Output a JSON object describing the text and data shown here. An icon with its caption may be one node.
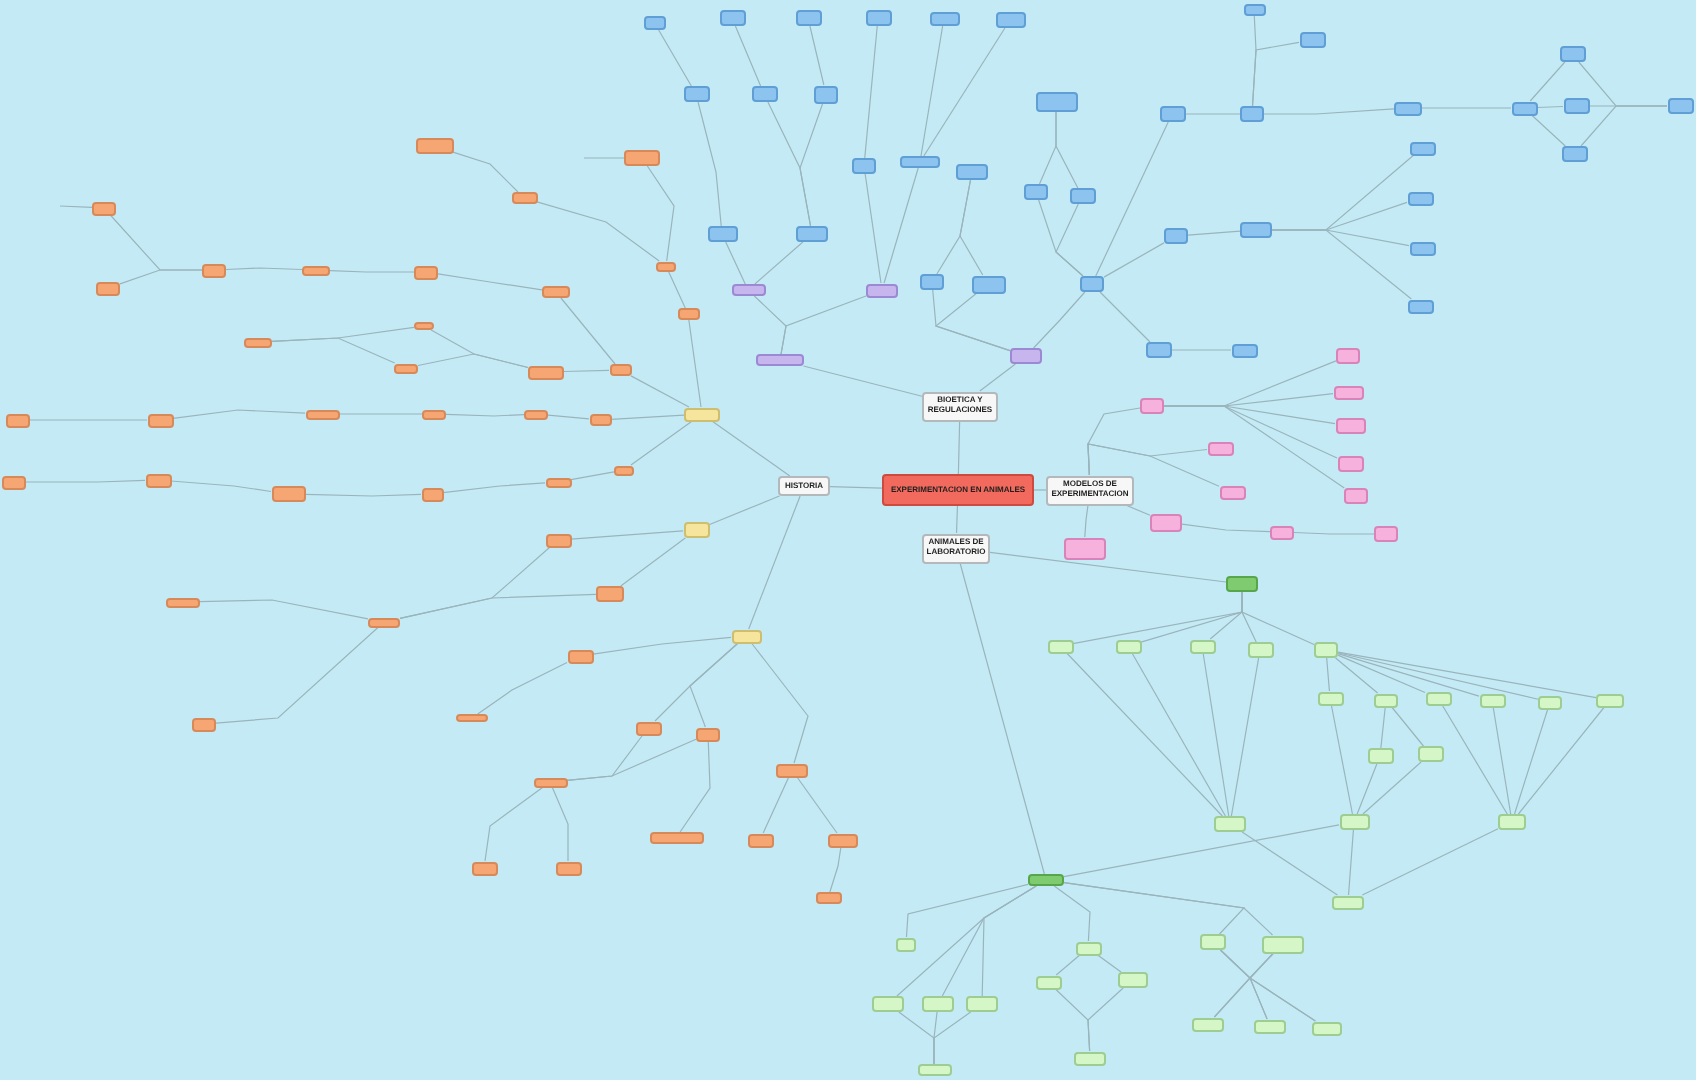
{
  "diagram": {
    "nodes": [
      {
        "text": [
          "EXPERIMENTACION EN ANIMALES"
        ]
      },
      {
        "text": [
          "HISTORIA"
        ]
      },
      {
        "text": [
          "BIOETICA Y REGULACIONES"
        ]
      },
      {
        "text": [
          "MODELOS DE EXPERIMENTACION"
        ]
      },
      {
        "text": [
          "ANIMALES DE LABORATORIO"
        ]
      },
      {
        "text": [],
        "shape": "box"
      },
      {
        "text": [],
        "shape": "box"
      },
      {
        "text": [],
        "shape": "box"
      },
      {
        "text": [],
        "shape": "box"
      },
      {
        "text": [],
        "shape": "box"
      },
      {
        "text": [],
        "shape": "box"
      },
      {
        "text": [],
        "shape": "box"
      },
      {
        "text": [],
        "shape": "box"
      },
      {
        "text": [],
        "shape": "box"
      },
      {
        "text": [],
        "shape": "box"
      },
      {
        "text": [],
        "shape": "box"
      },
      {
        "text": [],
        "shape": "box"
      },
      {
        "text": [],
        "shape": "box"
      },
      {
        "text": [],
        "shape": "box"
      },
      {
        "text": [],
        "shape": "box"
      },
      {
        "text": [],
        "shape": "box"
      },
      {
        "text": [],
        "shape": "box"
      },
      {
        "text": [],
        "shape": "box"
      },
      {
        "text": [],
        "shape": "box"
      },
      {
        "text": [],
        "shape": "box"
      },
      {
        "text": [],
        "shape": "box"
      },
      {
        "text": [],
        "shape": "box"
      },
      {
        "text": [],
        "shape": "box"
      },
      {
        "text": [],
        "shape": "box"
      },
      {
        "text": [],
        "shape": "box"
      },
      {
        "text": [],
        "shape": "box"
      },
      {
        "text": [],
        "shape": "box"
      },
      {
        "text": [],
        "shape": "box"
      },
      {
        "text": [],
        "shape": "box"
      },
      {
        "text": [],
        "shape": "box"
      },
      {
        "text": [],
        "shape": "box"
      },
      {
        "text": [],
        "shape": "box"
      },
      {
        "text": [],
        "shape": "box"
      },
      {
        "text": [],
        "shape": "box"
      },
      {
        "text": [],
        "shape": "box"
      },
      {
        "text": [],
        "shape": "box"
      },
      {
        "text": [],
        "shape": "box"
      },
      {
        "text": [],
        "shape": "box"
      },
      {
        "text": [],
        "shape": "box"
      },
      {
        "text": [],
        "shape": "box"
      },
      {
        "text": [],
        "shape": "box"
      },
      {
        "text": [],
        "shape": "box"
      },
      {
        "text": [],
        "shape": "box"
      },
      {
        "text": [],
        "shape": "box"
      },
      {
        "text": [],
        "shape": "box"
      },
      {
        "text": [],
        "shape": "box"
      },
      {
        "text": [],
        "shape": "box"
      },
      {
        "text": [],
        "shape": "box"
      },
      {
        "text": [],
        "shape": "box"
      },
      {
        "text": [],
        "shape": "box"
      },
      {
        "text": [],
        "shape": "box"
      },
      {
        "text": [],
        "shape": "box"
      },
      {
        "text": [],
        "shape": "box"
      },
      {
        "text": [],
        "shape": "box"
      },
      {
        "text": [],
        "shape": "box"
      },
      {
        "text": [],
        "shape": "box"
      },
      {
        "text": [],
        "shape": "box"
      },
      {
        "text": [],
        "shape": "box"
      },
      {
        "text": [],
        "shape": "box"
      },
      {
        "text": [],
        "shape": "box"
      },
      {
        "text": [],
        "shape": "box"
      },
      {
        "text": [],
        "shape": "box"
      },
      {
        "text": [],
        "shape": "box"
      },
      {
        "text": [],
        "shape": "box"
      },
      {
        "text": [],
        "shape": "box"
      },
      {
        "text": [],
        "shape": "box"
      },
      {
        "text": [],
        "shape": "box"
      },
      {
        "text": [],
        "shape": "box"
      },
      {
        "text": [],
        "shape": "box"
      },
      {
        "text": [],
        "shape": "box"
      },
      {
        "text": [],
        "shape": "box"
      },
      {
        "text": [],
        "shape": "box"
      },
      {
        "text": [],
        "shape": "box"
      },
      {
        "text": [],
        "shape": "box"
      },
      {
        "text": [],
        "shape": "box"
      },
      {
        "text": [],
        "shape": "box"
      },
      {
        "text": [],
        "shape": "box"
      },
      {
        "text": [],
        "shape": "box"
      },
      {
        "text": [],
        "shape": "box"
      },
      {
        "text": [],
        "shape": "box"
      },
      {
        "text": [],
        "shape": "box"
      },
      {
        "text": [],
        "shape": "box"
      },
      {
        "text": [],
        "shape": "box"
      },
      {
        "text": [],
        "shape": "box"
      },
      {
        "text": [],
        "shape": "box"
      },
      {
        "text": [],
        "shape": "box"
      },
      {
        "text": [],
        "shape": "box"
      },
      {
        "text": [],
        "shape": "box"
      },
      {
        "text": [],
        "shape": "box"
      },
      {
        "text": [],
        "shape": "box"
      },
      {
        "text": [],
        "shape": "box"
      },
      {
        "text": [],
        "shape": "box"
      },
      {
        "text": [],
        "shape": "box"
      },
      {
        "text": [],
        "shape": "box"
      },
      {
        "text": [],
        "shape": "box"
      },
      {
        "text": [],
        "shape": "box"
      },
      {
        "text": [],
        "shape": "box"
      },
      {
        "text": [],
        "shape": "box"
      },
      {
        "text": [],
        "shape": "box"
      },
      {
        "text": [],
        "shape": "box"
      },
      {
        "text": [],
        "shape": "box"
      },
      {
        "text": [],
        "shape": "box"
      },
      {
        "text": [],
        "shape": "box"
      },
      {
        "text": [],
        "shape": "box"
      },
      {
        "text": [],
        "shape": "box"
      },
      {
        "text": [],
        "shape": "box"
      },
      {
        "text": [],
        "shape": "box"
      },
      {
        "text": [],
        "shape": "box"
      },
      {
        "text": [],
        "shape": "box"
      },
      {
        "text": [],
        "shape": "box"
      },
      {
        "text": [],
        "shape": "box"
      },
      {
        "text": [],
        "shape": "box"
      },
      {
        "text": [],
        "shape": "box"
      },
      {
        "text": [],
        "shape": "box"
      },
      {
        "text": [],
        "shape": "box"
      },
      {
        "text": [],
        "shape": "box"
      },
      {
        "text": [],
        "shape": "box"
      },
      {
        "text": [],
        "shape": "box"
      },
      {
        "text": [],
        "shape": "box"
      },
      {
        "text": [],
        "shape": "box"
      },
      {
        "text": [],
        "shape": "box"
      },
      {
        "text": [],
        "shape": "box"
      },
      {
        "text": [],
        "shape": "box"
      },
      {
        "text": [],
        "shape": "box"
      },
      {
        "text": [],
        "shape": "box"
      },
      {
        "text": [],
        "shape": "box"
      },
      {
        "text": [],
        "shape": "box"
      },
      {
        "text": [],
        "shape": "box"
      },
      {
        "text": [],
        "shape": "box"
      },
      {
        "text": [],
        "shape": "box"
      },
      {
        "text": [],
        "shape": "box"
      },
      {
        "text": [],
        "shape": "box"
      },
      {
        "text": [],
        "shape": "box"
      },
      {
        "text": [],
        "shape": "box"
      },
      {
        "text": [],
        "shape": "box"
      }
    ],
    "edges": [
      {
        "from": 0,
        "to": 1,
        "arrow": "none"
      },
      {
        "from": 0,
        "to": 2,
        "arrow": "none"
      },
      {
        "from": 0,
        "to": 3,
        "arrow": "none"
      },
      {
        "from": 0,
        "to": 4,
        "arrow": "none"
      },
      {
        "from": 1,
        "to": 5,
        "arrow": "none"
      },
      {
        "from": 5,
        "to": 6,
        "arrow": "none"
      },
      {
        "from": 6,
        "to": 7,
        "arrow": "none"
      },
      {
        "from": 7,
        "to": 8,
        "arrow": "none"
      },
      {
        "from": 7,
        "to": 9,
        "arrow": "none"
      },
      {
        "from": 9,
        "to": 10,
        "arrow": "none"
      },
      {
        "from": 8,
        "to": null,
        "arrow": "none"
      },
      {
        "from": 5,
        "to": 11,
        "arrow": "none"
      },
      {
        "from": 11,
        "to": 12,
        "arrow": "none"
      },
      {
        "from": 12,
        "to": 13,
        "arrow": "none"
      },
      {
        "from": 13,
        "to": 14,
        "arrow": "none"
      },
      {
        "from": 14,
        "to": 15,
        "arrow": "none"
      },
      {
        "from": 15,
        "to": 16,
        "arrow": "none"
      },
      {
        "from": 5,
        "to": 17,
        "arrow": "none"
      },
      {
        "from": 17,
        "to": 18,
        "arrow": "none"
      },
      {
        "from": 17,
        "to": 24,
        "arrow": "none"
      },
      {
        "from": 18,
        "to": 19,
        "arrow": "none"
      },
      {
        "from": 19,
        "to": 20,
        "arrow": "none"
      },
      {
        "from": 20,
        "to": 21,
        "arrow": "none"
      },
      {
        "from": 21,
        "to": 22,
        "arrow": "none"
      },
      {
        "from": 21,
        "to": 23,
        "arrow": "none"
      },
      {
        "from": 22,
        "to": null,
        "arrow": "none"
      },
      {
        "from": 24,
        "to": 25,
        "arrow": "none"
      },
      {
        "from": 24,
        "to": 26,
        "arrow": "none"
      },
      {
        "from": 25,
        "to": 27,
        "arrow": "none"
      },
      {
        "from": 26,
        "to": 27,
        "arrow": "none"
      },
      {
        "from": 5,
        "to": 28,
        "arrow": "none"
      },
      {
        "from": 28,
        "to": 29,
        "arrow": "none"
      },
      {
        "from": 29,
        "to": 30,
        "arrow": "none"
      },
      {
        "from": 30,
        "to": 31,
        "arrow": "none"
      },
      {
        "from": 31,
        "to": 32,
        "arrow": "none"
      },
      {
        "from": 32,
        "to": 33,
        "arrow": "none"
      },
      {
        "from": 1,
        "to": 34,
        "arrow": "none"
      },
      {
        "from": 34,
        "to": 35,
        "arrow": "none"
      },
      {
        "from": 34,
        "to": 36,
        "arrow": "none"
      },
      {
        "from": 35,
        "to": 37,
        "arrow": "none"
      },
      {
        "from": 36,
        "to": 37,
        "arrow": "none"
      },
      {
        "from": 37,
        "to": 38,
        "arrow": "none"
      },
      {
        "from": 37,
        "to": 39,
        "arrow": "none"
      },
      {
        "from": 1,
        "to": 40,
        "arrow": "none"
      },
      {
        "from": 40,
        "to": 41,
        "arrow": "none"
      },
      {
        "from": 41,
        "to": 42,
        "arrow": "none"
      },
      {
        "from": 40,
        "to": 43,
        "arrow": "none"
      },
      {
        "from": 40,
        "to": 44,
        "arrow": "none"
      },
      {
        "from": 43,
        "to": 45,
        "arrow": "none"
      },
      {
        "from": 44,
        "to": 45,
        "arrow": "none"
      },
      {
        "from": 44,
        "to": 48,
        "arrow": "none"
      },
      {
        "from": 45,
        "to": 46,
        "arrow": "none"
      },
      {
        "from": 45,
        "to": 47,
        "arrow": "none"
      },
      {
        "from": 40,
        "to": 49,
        "arrow": "none"
      },
      {
        "from": 49,
        "to": 50,
        "arrow": "none"
      },
      {
        "from": 49,
        "to": 51,
        "arrow": "none"
      },
      {
        "from": 51,
        "to": 52,
        "arrow": "none"
      },
      {
        "from": 2,
        "to": 53,
        "arrow": "none"
      },
      {
        "from": 2,
        "to": 69,
        "arrow": "none"
      },
      {
        "from": 53,
        "to": 54,
        "arrow": "none"
      },
      {
        "from": 53,
        "to": 55,
        "arrow": "none"
      },
      {
        "from": 54,
        "to": 56,
        "arrow": "none"
      },
      {
        "from": 54,
        "to": 57,
        "arrow": "none"
      },
      {
        "from": 56,
        "to": 58,
        "arrow": "none"
      },
      {
        "from": 58,
        "to": 59,
        "arrow": "none"
      },
      {
        "from": 57,
        "to": 60,
        "arrow": "none"
      },
      {
        "from": 57,
        "to": 61,
        "arrow": "none"
      },
      {
        "from": 60,
        "to": 62,
        "arrow": "none"
      },
      {
        "from": 61,
        "to": 63,
        "arrow": "none"
      },
      {
        "from": 55,
        "to": 64,
        "arrow": "none"
      },
      {
        "from": 55,
        "to": 65,
        "arrow": "none"
      },
      {
        "from": 64,
        "to": 66,
        "arrow": "none"
      },
      {
        "from": 65,
        "to": 67,
        "arrow": "none"
      },
      {
        "from": 65,
        "to": 68,
        "arrow": "none"
      },
      {
        "from": 69,
        "to": 70,
        "arrow": "none"
      },
      {
        "from": 69,
        "to": 71,
        "arrow": "none"
      },
      {
        "from": 70,
        "to": 72,
        "arrow": "none"
      },
      {
        "from": 71,
        "to": 72,
        "arrow": "none"
      },
      {
        "from": 69,
        "to": 73,
        "arrow": "none"
      },
      {
        "from": 73,
        "to": 74,
        "arrow": "none"
      },
      {
        "from": 73,
        "to": 75,
        "arrow": "none"
      },
      {
        "from": 74,
        "to": 76,
        "arrow": "none"
      },
      {
        "from": 75,
        "to": 76,
        "arrow": "none"
      },
      {
        "from": 73,
        "to": 77,
        "arrow": "none"
      },
      {
        "from": 73,
        "to": 87,
        "arrow": "none"
      },
      {
        "from": 73,
        "to": 93,
        "arrow": "none"
      },
      {
        "from": 77,
        "to": 78,
        "arrow": "none"
      },
      {
        "from": 78,
        "to": 79,
        "arrow": "none"
      },
      {
        "from": 78,
        "to": 80,
        "arrow": "none"
      },
      {
        "from": 78,
        "to": 81,
        "arrow": "none"
      },
      {
        "from": 81,
        "to": 82,
        "arrow": "none"
      },
      {
        "from": 82,
        "to": 83,
        "arrow": "none"
      },
      {
        "from": 82,
        "to": 84,
        "arrow": "none"
      },
      {
        "from": 82,
        "to": 85,
        "arrow": "none"
      },
      {
        "from": 83,
        "to": 86,
        "arrow": "none"
      },
      {
        "from": 84,
        "to": 86,
        "arrow": "none"
      },
      {
        "from": 85,
        "to": 86,
        "arrow": "none"
      },
      {
        "from": 87,
        "to": 88,
        "arrow": "none"
      },
      {
        "from": 88,
        "to": 89,
        "arrow": "none"
      },
      {
        "from": 88,
        "to": 90,
        "arrow": "none"
      },
      {
        "from": 88,
        "to": 91,
        "arrow": "none"
      },
      {
        "from": 88,
        "to": 92,
        "arrow": "none"
      },
      {
        "from": 93,
        "to": 94,
        "arrow": "none"
      },
      {
        "from": 3,
        "to": 95,
        "arrow": "none"
      },
      {
        "from": 3,
        "to": 96,
        "arrow": "none"
      },
      {
        "from": 3,
        "to": 97,
        "arrow": "none"
      },
      {
        "from": 95,
        "to": 98,
        "arrow": "none"
      },
      {
        "from": 95,
        "to": 99,
        "arrow": "none"
      },
      {
        "from": 95,
        "to": 100,
        "arrow": "none"
      },
      {
        "from": 95,
        "to": 101,
        "arrow": "none"
      },
      {
        "from": 95,
        "to": 102,
        "arrow": "none"
      },
      {
        "from": 3,
        "to": 103,
        "arrow": "none"
      },
      {
        "from": 103,
        "to": 104,
        "arrow": "none"
      },
      {
        "from": 104,
        "to": 105,
        "arrow": "none"
      },
      {
        "from": 3,
        "to": 106,
        "arrow": "none"
      },
      {
        "from": 4,
        "to": 107,
        "arrow": "none"
      },
      {
        "from": 4,
        "to": 125,
        "arrow": "none"
      },
      {
        "from": 107,
        "to": 108,
        "arrow": "none"
      },
      {
        "from": 107,
        "to": 109,
        "arrow": "none"
      },
      {
        "from": 107,
        "to": 110,
        "arrow": "none"
      },
      {
        "from": 107,
        "to": 111,
        "arrow": "none"
      },
      {
        "from": 107,
        "to": 112,
        "arrow": "none"
      },
      {
        "from": 108,
        "to": 113,
        "arrow": "none"
      },
      {
        "from": 109,
        "to": 113,
        "arrow": "none"
      },
      {
        "from": 110,
        "to": 113,
        "arrow": "none"
      },
      {
        "from": 111,
        "to": 113,
        "arrow": "none"
      },
      {
        "from": 112,
        "to": 114,
        "arrow": "none"
      },
      {
        "from": 112,
        "to": 115,
        "arrow": "none"
      },
      {
        "from": 112,
        "to": 116,
        "arrow": "none"
      },
      {
        "from": 112,
        "to": 117,
        "arrow": "none"
      },
      {
        "from": 112,
        "to": 118,
        "arrow": "none"
      },
      {
        "from": 112,
        "to": 119,
        "arrow": "none"
      },
      {
        "from": 114,
        "to": 120,
        "arrow": "none"
      },
      {
        "from": 115,
        "to": 121,
        "arrow": "none"
      },
      {
        "from": 115,
        "to": 122,
        "arrow": "none"
      },
      {
        "from": 121,
        "to": 120,
        "arrow": "none"
      },
      {
        "from": 122,
        "to": 120,
        "arrow": "none"
      },
      {
        "from": 116,
        "to": 123,
        "arrow": "none"
      },
      {
        "from": 117,
        "to": 123,
        "arrow": "none"
      },
      {
        "from": 118,
        "to": 123,
        "arrow": "none"
      },
      {
        "from": 119,
        "to": 123,
        "arrow": "none"
      },
      {
        "from": 113,
        "to": 124,
        "arrow": "none"
      },
      {
        "from": 120,
        "to": 124,
        "arrow": "none"
      },
      {
        "from": 123,
        "to": 124,
        "arrow": "none"
      },
      {
        "from": 120,
        "to": 125,
        "arrow": "none"
      },
      {
        "from": 125,
        "to": 126,
        "arrow": "none"
      },
      {
        "from": 125,
        "to": 127,
        "arrow": "none"
      },
      {
        "from": 125,
        "to": 128,
        "arrow": "none"
      },
      {
        "from": 125,
        "to": 129,
        "arrow": "none"
      },
      {
        "from": 127,
        "to": 130,
        "arrow": "none"
      },
      {
        "from": 128,
        "to": 130,
        "arrow": "none"
      },
      {
        "from": 129,
        "to": 130,
        "arrow": "none"
      },
      {
        "from": 125,
        "to": 131,
        "arrow": "none"
      },
      {
        "from": 131,
        "to": 132,
        "arrow": "none"
      },
      {
        "from": 131,
        "to": 133,
        "arrow": "none"
      },
      {
        "from": 132,
        "to": 134,
        "arrow": "none"
      },
      {
        "from": 133,
        "to": 134,
        "arrow": "none"
      },
      {
        "from": 125,
        "to": 135,
        "arrow": "none"
      },
      {
        "from": 125,
        "to": 136,
        "arrow": "none"
      },
      {
        "from": 135,
        "to": 137,
        "arrow": "none"
      },
      {
        "from": 135,
        "to": 138,
        "arrow": "none"
      },
      {
        "from": 135,
        "to": 139,
        "arrow": "none"
      },
      {
        "from": 136,
        "to": 137,
        "arrow": "none"
      },
      {
        "from": 136,
        "to": 138,
        "arrow": "none"
      },
      {
        "from": 136,
        "to": 139,
        "arrow": "none"
      }
    ]
  }
}
